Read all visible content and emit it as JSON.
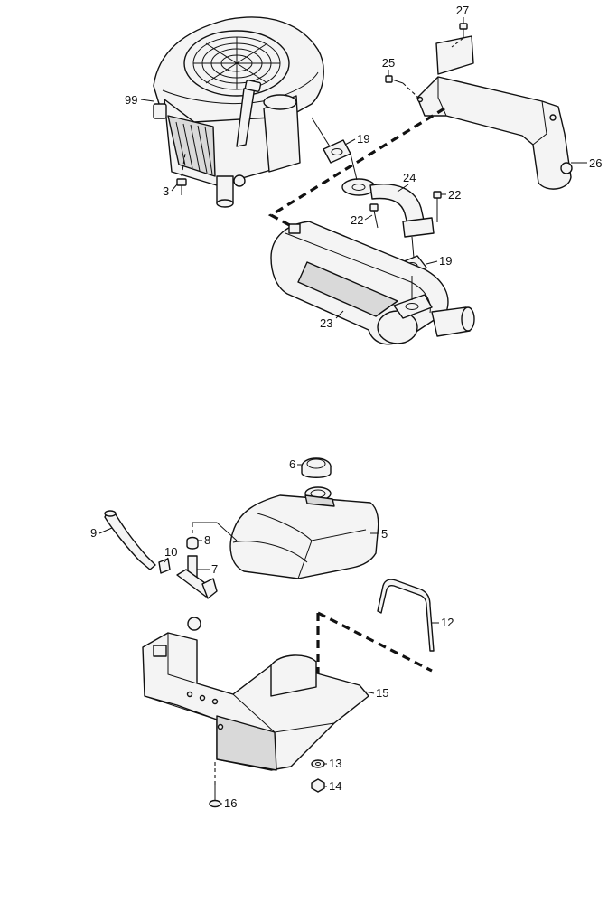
{
  "parts": [
    {
      "id": "p27",
      "label": "27",
      "name": "bolt"
    },
    {
      "id": "p25",
      "label": "25",
      "name": "bolt"
    },
    {
      "id": "p99",
      "label": "99",
      "name": "engine"
    },
    {
      "id": "p19a",
      "label": "19",
      "name": "gasket"
    },
    {
      "id": "p26",
      "label": "26",
      "name": "muffler bracket"
    },
    {
      "id": "p24",
      "label": "24",
      "name": "exhaust pipe"
    },
    {
      "id": "p3",
      "label": "3",
      "name": "bolt"
    },
    {
      "id": "p22a",
      "label": "22",
      "name": "bolt"
    },
    {
      "id": "p22b",
      "label": "22",
      "name": "bolt"
    },
    {
      "id": "p19b",
      "label": "19",
      "name": "gasket"
    },
    {
      "id": "p23",
      "label": "23",
      "name": "muffler"
    },
    {
      "id": "p6",
      "label": "6",
      "name": "fuel cap"
    },
    {
      "id": "p5",
      "label": "5",
      "name": "fuel tank"
    },
    {
      "id": "p9",
      "label": "9",
      "name": "fuel hose"
    },
    {
      "id": "p8",
      "label": "8",
      "name": "bushing"
    },
    {
      "id": "p10",
      "label": "10",
      "name": "clamp"
    },
    {
      "id": "p7",
      "label": "7",
      "name": "fuel valve"
    },
    {
      "id": "p12",
      "label": "12",
      "name": "tank strap"
    },
    {
      "id": "p15",
      "label": "15",
      "name": "tank bracket"
    },
    {
      "id": "p13",
      "label": "13",
      "name": "washer"
    },
    {
      "id": "p14",
      "label": "14",
      "name": "nut"
    },
    {
      "id": "p16",
      "label": "16",
      "name": "screw"
    }
  ]
}
